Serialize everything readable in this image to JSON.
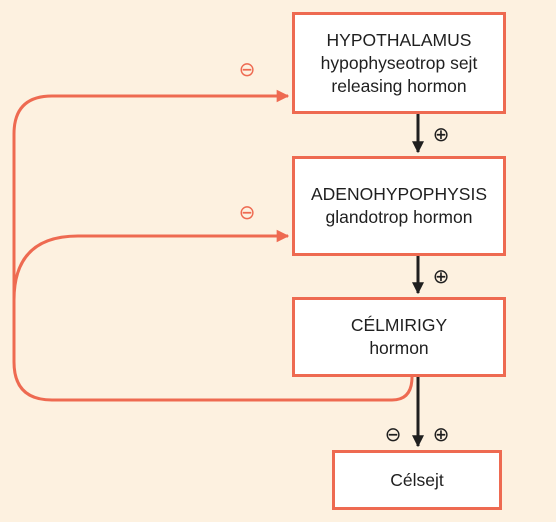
{
  "boxes": {
    "hypothalamus": {
      "title": "HYPOTHALAMUS",
      "line2": "hypophyseotrop sejt",
      "line3": "releasing hormon"
    },
    "adenohypophysis": {
      "title": "ADENOHYPOPHYSIS",
      "line2": "glandotrop hormon"
    },
    "celmirigy": {
      "title": "CÉLMIRIGY",
      "line2": "hormon"
    },
    "celsejt": {
      "title": "Célsejt"
    }
  },
  "signs": {
    "minus": "⊖",
    "plus": "⊕"
  },
  "colors": {
    "background": "#fdf1e0",
    "feedback": "#ee6a51",
    "stimulation": "#1f1f1f",
    "box_fill": "#ffffff"
  }
}
